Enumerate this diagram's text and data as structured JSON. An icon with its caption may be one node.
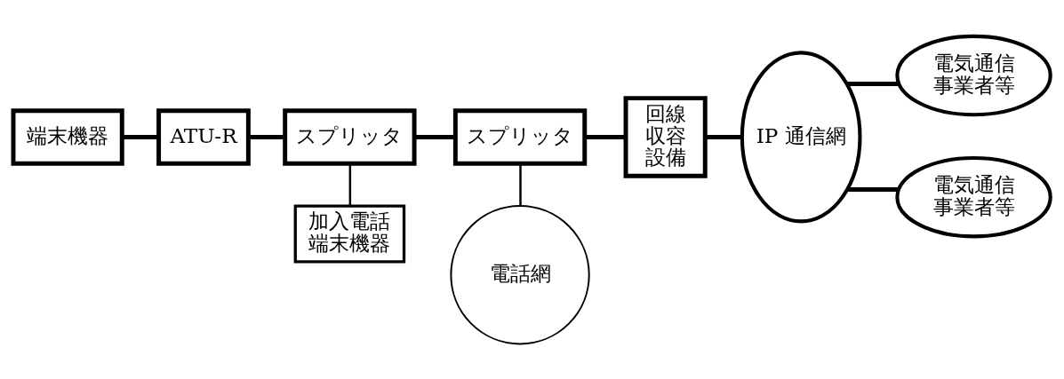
{
  "diagram": {
    "nodes": [
      {
        "text": [
          "端末機器"
        ]
      },
      {
        "text": [
          "ATU-R"
        ]
      },
      {
        "text": [
          "スプリッタ"
        ]
      },
      {
        "text": [
          "加入電話端末機器"
        ]
      },
      {
        "text": [
          "スプリッタ"
        ]
      },
      {
        "text": [
          "回線収容設備"
        ]
      },
      {
        "text": [
          "IP 通信網"
        ]
      },
      {
        "text": [
          "電気通信事業者等"
        ]
      },
      {
        "text": [
          "電気通信事業者等"
        ]
      },
      {
        "text": [
          "電話網"
        ]
      }
    ],
    "edges": [
      {
        "from": 0,
        "to": 1,
        "arrow": "none"
      },
      {
        "from": 1,
        "to": 2,
        "arrow": "none"
      },
      {
        "from": 2,
        "to": 3,
        "arrow": "none"
      },
      {
        "from": 2,
        "to": 4,
        "arrow": "none"
      },
      {
        "from": 4,
        "to": 5,
        "arrow": "none"
      },
      {
        "from": 5,
        "to": 6,
        "arrow": "none"
      },
      {
        "from": 6,
        "to": 7,
        "arrow": "none"
      },
      {
        "from": 6,
        "to": 8,
        "arrow": "none"
      },
      {
        "from": 4,
        "to": 9,
        "arrow": "none"
      }
    ]
  }
}
